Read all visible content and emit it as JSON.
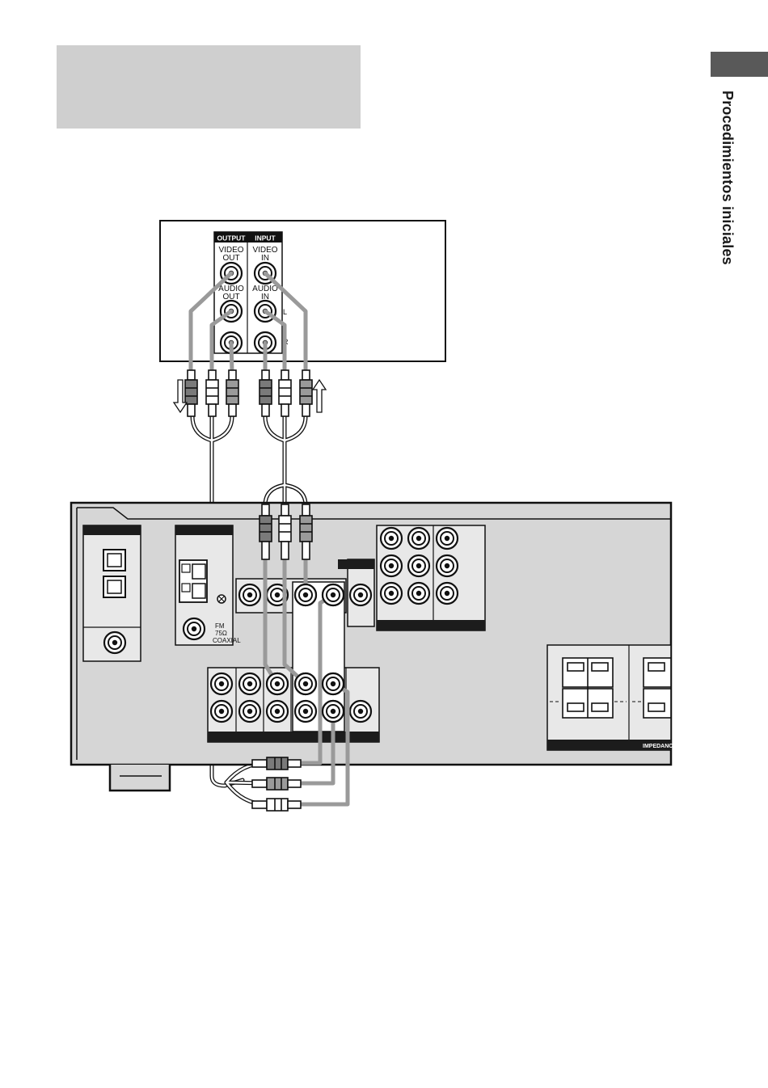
{
  "page": {
    "side_label": "Procedimientos iniciales"
  },
  "vcr_panel": {
    "output_header": "OUTPUT",
    "input_header": "INPUT",
    "video_out_line1": "VIDEO",
    "video_out_line2": "OUT",
    "audio_out_line1": "AUDIO",
    "audio_out_line2": "OUT",
    "video_in_line1": "VIDEO",
    "video_in_line2": "IN",
    "audio_in_line1": "AUDIO",
    "audio_in_line2": "IN",
    "left_channel": "L",
    "right_channel": "R"
  },
  "receiver": {
    "antenna_fm": "FM",
    "antenna_ohm": "75Ω",
    "antenna_coaxial": "COAXIAL",
    "impedance_label": "IMPEDANC"
  },
  "colors": {
    "title_block": "#cfcfcf",
    "side_tab": "#595959",
    "receiver_body": "#d6d6d6",
    "cable_gray": "#9a9a9a",
    "panel_dark": "#1c1c1c"
  }
}
